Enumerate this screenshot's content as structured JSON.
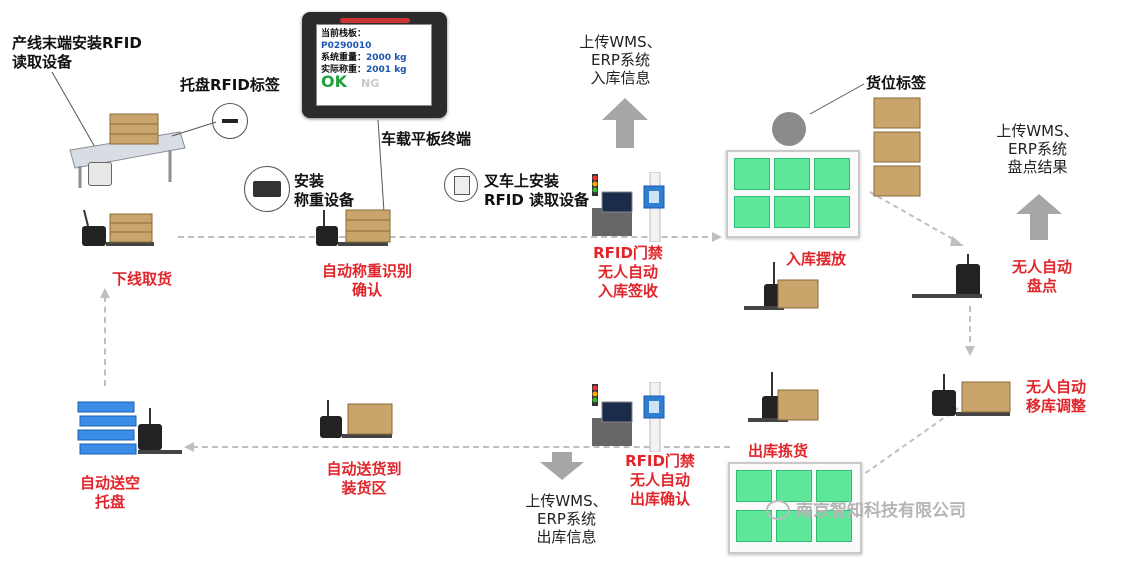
{
  "labels": {
    "line_end_rfid": "产线末端安装RFID\n读取设备",
    "pallet_tag": "托盘RFID标签",
    "vehicle_tablet": "车载平板终端",
    "weigh_device": "安装\n称重设备",
    "forklift_rfid": "叉车上安装\nRFID 读取设备",
    "upload_inbound": "上传WMS、\nERP系统\n入库信息",
    "location_tag": "货位标签",
    "upload_inventory": "上传WMS、\nERP系统\n盘点结果",
    "upload_outbound": "上传WMS、\nERP系统\n出库信息"
  },
  "steps": {
    "offline_pickup": "下线取货",
    "auto_weigh": "自动称重识别\n确认",
    "rfid_gate_in": "RFID门禁\n无人自动\n入库签收",
    "inbound_place": "入库摆放",
    "auto_inventory": "无人自动\n盘点",
    "auto_relocate": "无人自动\n移库调整",
    "outbound_pick": "出库拣货",
    "rfid_gate_out": "RFID门禁\n无人自动\n出库确认",
    "auto_deliver": "自动送货到\n装货区",
    "return_pallet": "自动送空\n托盘"
  },
  "tablet": {
    "line1": "当前栈板：",
    "line2": "P0290010",
    "line3_label": "系统重量：",
    "line3_value": "2000 kg",
    "line4_label": "实际称重：",
    "line4_value": "2001 kg",
    "ok": "OK",
    "ng": "NG"
  },
  "watermark": "南京智知科技有限公司",
  "colors": {
    "step_red": "#e0262b",
    "cell_green": "#5ee69a",
    "arrow_gray": "#a6a6a6",
    "tablet_blue": "#1a56b0"
  },
  "icons": [
    "forklift-icon",
    "rfid-reader-icon",
    "weighing-scale-icon",
    "gate-monitor-icon",
    "rfid-tag-icon",
    "upload-arrow-icon",
    "download-arrow-icon",
    "blue-pallet-stack-icon",
    "wechat-icon"
  ]
}
